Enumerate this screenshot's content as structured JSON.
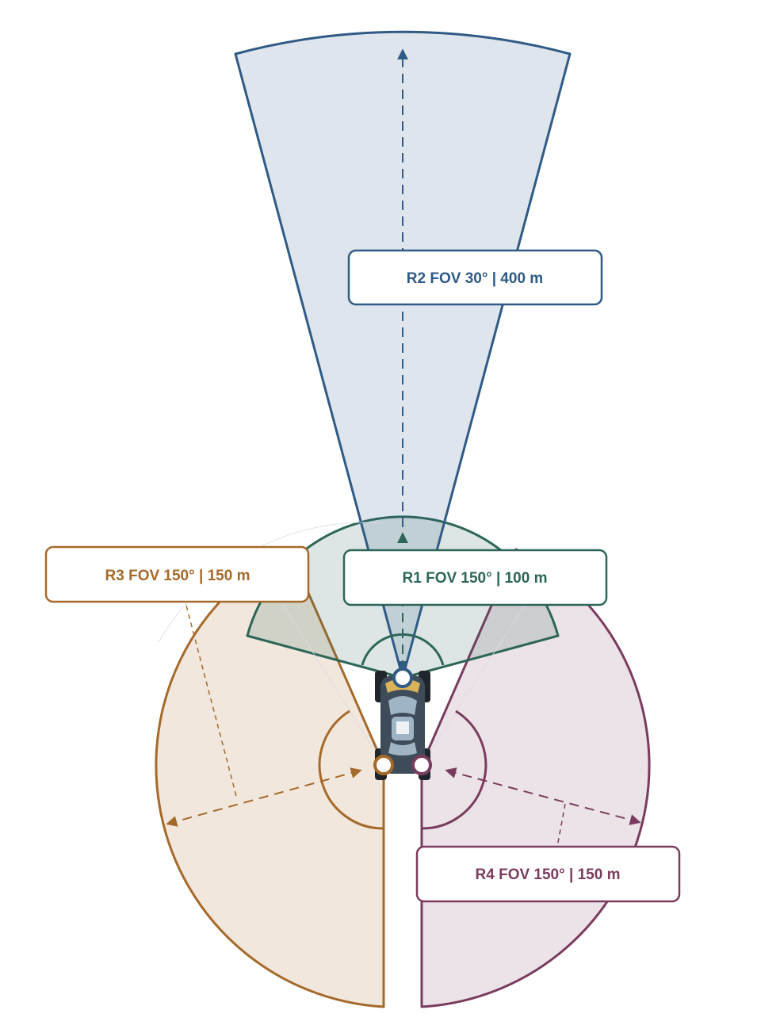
{
  "labels": {
    "r1": "R1 FOV 150° | 100 m",
    "r2": "R2 FOV 30° | 400 m",
    "r3": "R3 FOV 150° | 150 m",
    "r4": "R4 FOV 150° | 150 m"
  },
  "colors": {
    "r1": "#2d6658",
    "r2": "#2f5b86",
    "r3": "#a56a2a",
    "r4": "#7a3c5e",
    "car_body": "#3e4c5a",
    "car_window": "#9fb4c4"
  }
}
